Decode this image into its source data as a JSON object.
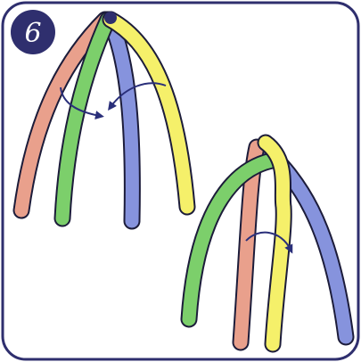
{
  "step": {
    "number": "6"
  },
  "colors": {
    "frame": "#2f2f6e",
    "outline": "#1c1c3a",
    "badge": "#2f2f6e",
    "arrow": "#2a2f7a",
    "strand_salmon": "#e9a08c",
    "strand_green": "#7ccf6b",
    "strand_blue": "#8693dd",
    "strand_yellow": "#f5f06a"
  },
  "panels": [
    {
      "label": "before-cross",
      "strands": [
        "salmon",
        "green",
        "blue",
        "yellow"
      ],
      "arrows": 2
    },
    {
      "label": "after-cross",
      "strands": [
        "green",
        "salmon",
        "yellow",
        "blue"
      ],
      "arrows": 1
    }
  ]
}
